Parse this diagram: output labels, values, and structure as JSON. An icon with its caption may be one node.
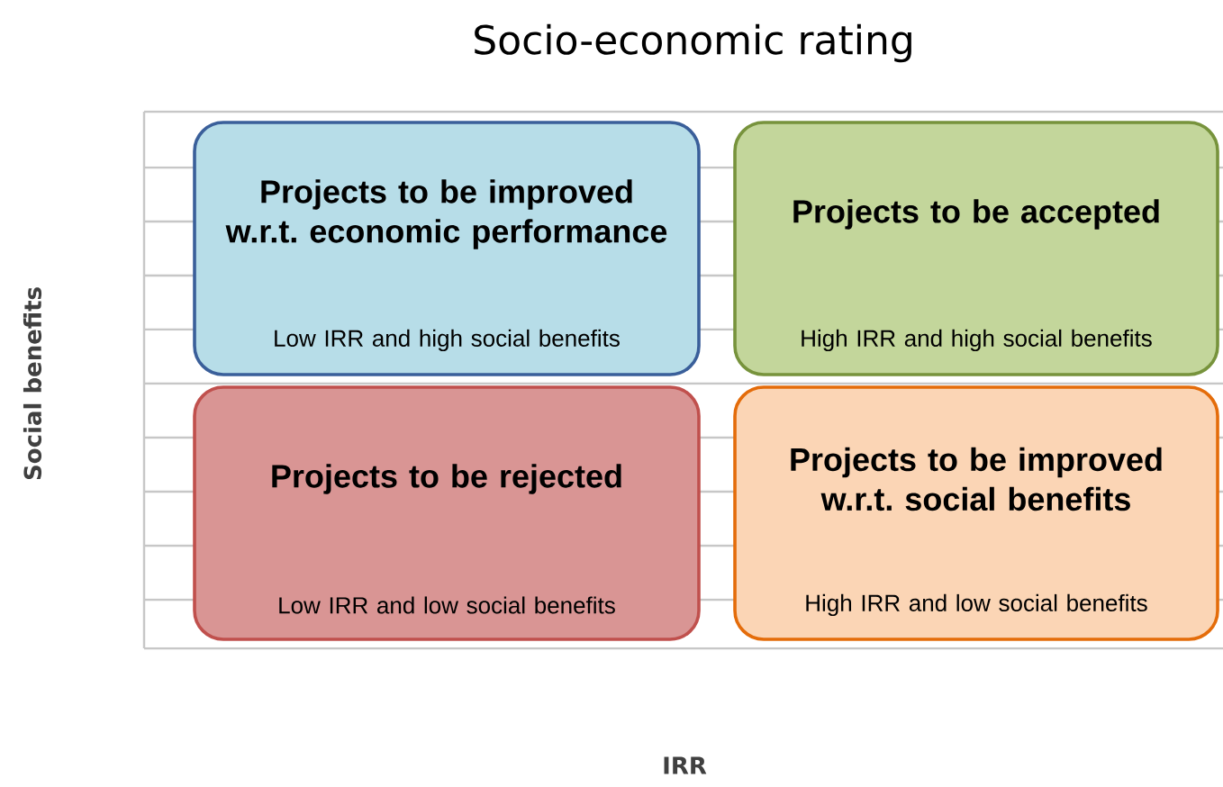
{
  "diagram": {
    "title": "Socio-economic rating",
    "nodes": [
      {
        "text": [
          "Projects to be improved w.r.t. economic performance",
          "Low IRR and high social benefits"
        ]
      },
      {
        "text": [
          "Projects to be accepted",
          "High IRR and high social benefits"
        ]
      },
      {
        "text": [
          "Projects to be rejected",
          "Low IRR and low social benefits"
        ]
      },
      {
        "text": [
          "Projects to be improved w.r.t. social benefits",
          "High IRR and low social benefits"
        ]
      }
    ],
    "labels": [
      "Social benefits",
      "IRR"
    ]
  }
}
